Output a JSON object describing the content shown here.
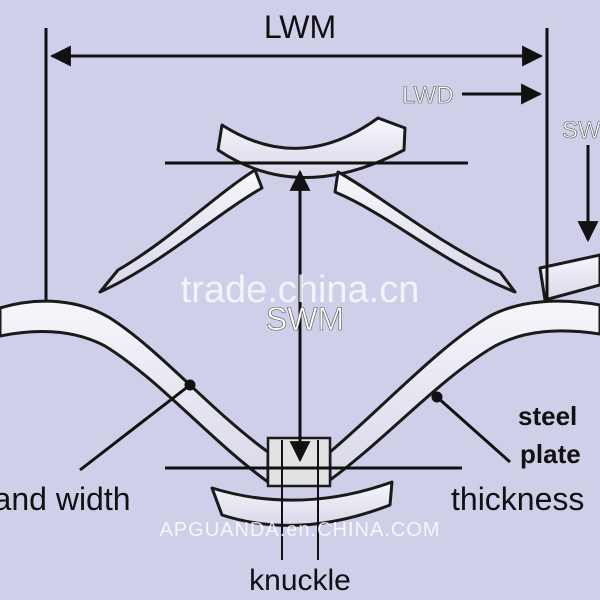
{
  "labels": {
    "lwm": "LWM",
    "lwd": "LWD",
    "swd": "SWD",
    "swm": "SWM",
    "strand_width": "strand width",
    "steel_plate_1": "steel",
    "steel_plate_2": "plate",
    "thickness": "thickness",
    "knuckle": "knuckle"
  },
  "watermarks": {
    "center": "trade.china.cn",
    "bottom": "APGUANDA.en.CHINA.COM"
  },
  "colors": {
    "background": "#cfcfe9",
    "strand_fill": "#ececf6",
    "strand_edge": "#1a1a1a",
    "knuckle_fill": "#e2e2e2",
    "ink": "#111111",
    "label_grey": "#ffffff"
  }
}
